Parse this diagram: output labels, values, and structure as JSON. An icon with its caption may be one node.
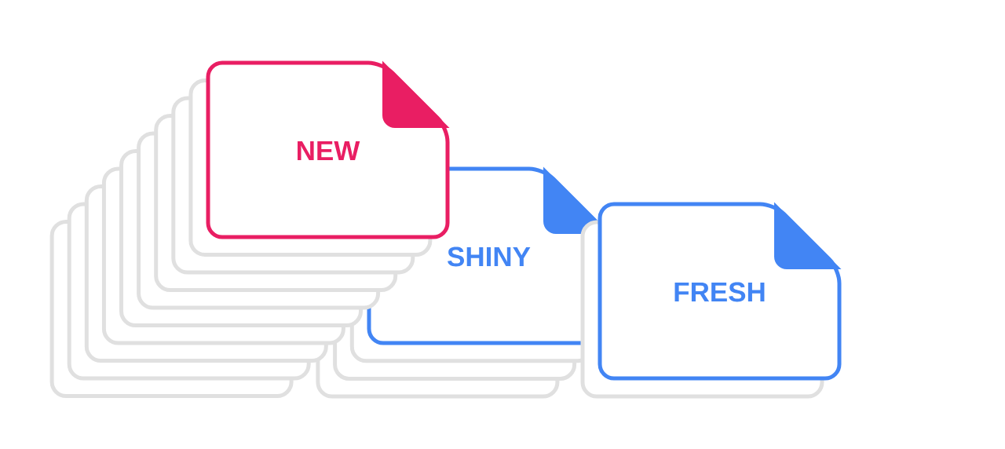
{
  "diagram": {
    "nodes": [
      {
        "text": [
          "NEW"
        ]
      },
      {
        "text": [
          "SHINY"
        ]
      },
      {
        "text": [
          "FRESH"
        ]
      }
    ]
  }
}
